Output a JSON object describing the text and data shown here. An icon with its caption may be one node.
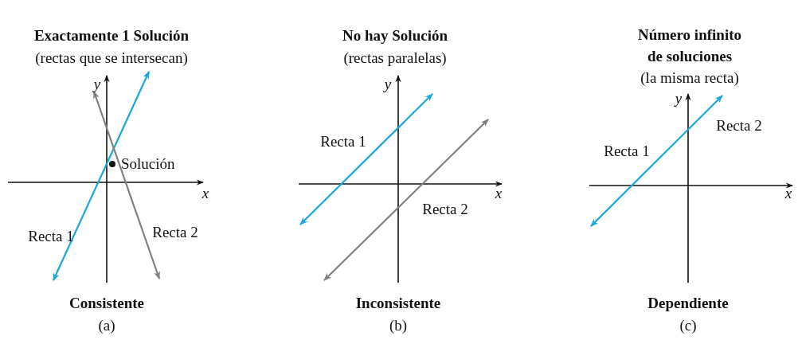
{
  "diagram": {
    "labels": [
      "Exactamente 1 Solución",
      "(rectas que se intersecan)",
      "y",
      "Solución",
      "x",
      "Recta 1",
      "Recta 2",
      "Consistente",
      "(a)",
      "No hay Solución",
      "(rectas paralelas)",
      "y",
      "Recta 1",
      "x",
      "Recta 2",
      "Inconsistente",
      "(b)",
      "Número infinito de soluciones",
      "(la misma recta)",
      "y",
      "Recta 2",
      "Recta 1",
      "x",
      "Dependiente",
      "(c)"
    ]
  }
}
